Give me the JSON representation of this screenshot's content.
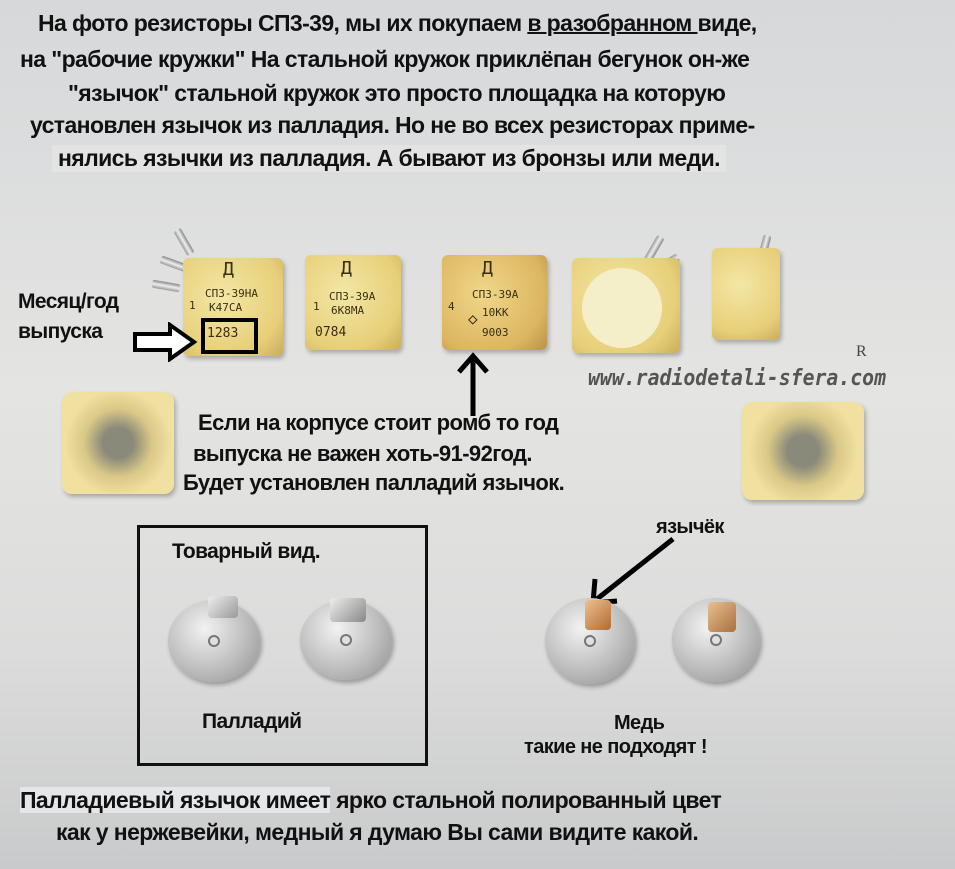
{
  "header": {
    "line1_a": "На фото резисторы СП3-39, мы их покупаем ",
    "line1_u": "в разобранном ",
    "line1_b": "виде,",
    "line2": "на \"рабочие кружки\" На стальной кружок приклёпан бегунок он-же",
    "line3": "\"язычок\"  стальной кружок это просто площадка на которую",
    "line4": "установлен язычок из палладия.  Но не во всех резисторах приме-",
    "line5": "нялись язычки из палладия.   А бывают  из бронзы или меди."
  },
  "resistors": [
    {
      "logo": "Д",
      "type": "СП3-39НА",
      "class": "1",
      "value": "К47СА",
      "date": "1283"
    },
    {
      "logo": "Д",
      "type": "СП3-39А",
      "class": "1",
      "value": "6К8МА",
      "date": "0784"
    },
    {
      "logo": "Д",
      "type": "СП3-39А",
      "class": "4",
      "value": "10КК",
      "date": "9003"
    }
  ],
  "labels": {
    "month_year_1": "Месяц/год",
    "month_year_2": "выпуска",
    "watermark": "www.radiodetali-sfera.com",
    "registered": "R",
    "diamond_1": "Если на корпусе стоит ромб то год",
    "diamond_2": "выпуска не важен хоть-91-92год.",
    "diamond_3": "Будет установлен палладий язычок.",
    "tongue": "язычёк",
    "commercial": "Товарный вид.",
    "palladium": "Палладий",
    "copper": "Медь",
    "not_suitable": "такие не подходят !"
  },
  "footer": {
    "line1_hl": "Палладиевый язычок имеет",
    "line1_rest": " ярко стальной полированный цвет",
    "line2": "как у нержевейки, медный я думаю Вы сами видите какой."
  }
}
